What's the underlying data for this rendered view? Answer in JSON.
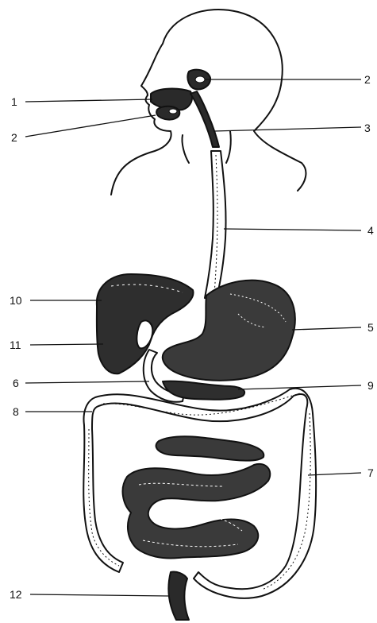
{
  "labels": {
    "mouth": "1",
    "salivary_gland_upper": "2",
    "salivary_gland_lower": "2",
    "pharynx": "3",
    "esophagus": "4",
    "stomach": "5",
    "duodenum": "6",
    "colon_descending": "7",
    "colon_ascending": "8",
    "pancreas": "9",
    "liver": "10",
    "gallbladder": "11",
    "rectum": "12"
  },
  "colors": {
    "ink": "#111111",
    "background": "#ffffff",
    "organ_fill": "#3a3a3a",
    "organ_light": "#ffffff"
  }
}
